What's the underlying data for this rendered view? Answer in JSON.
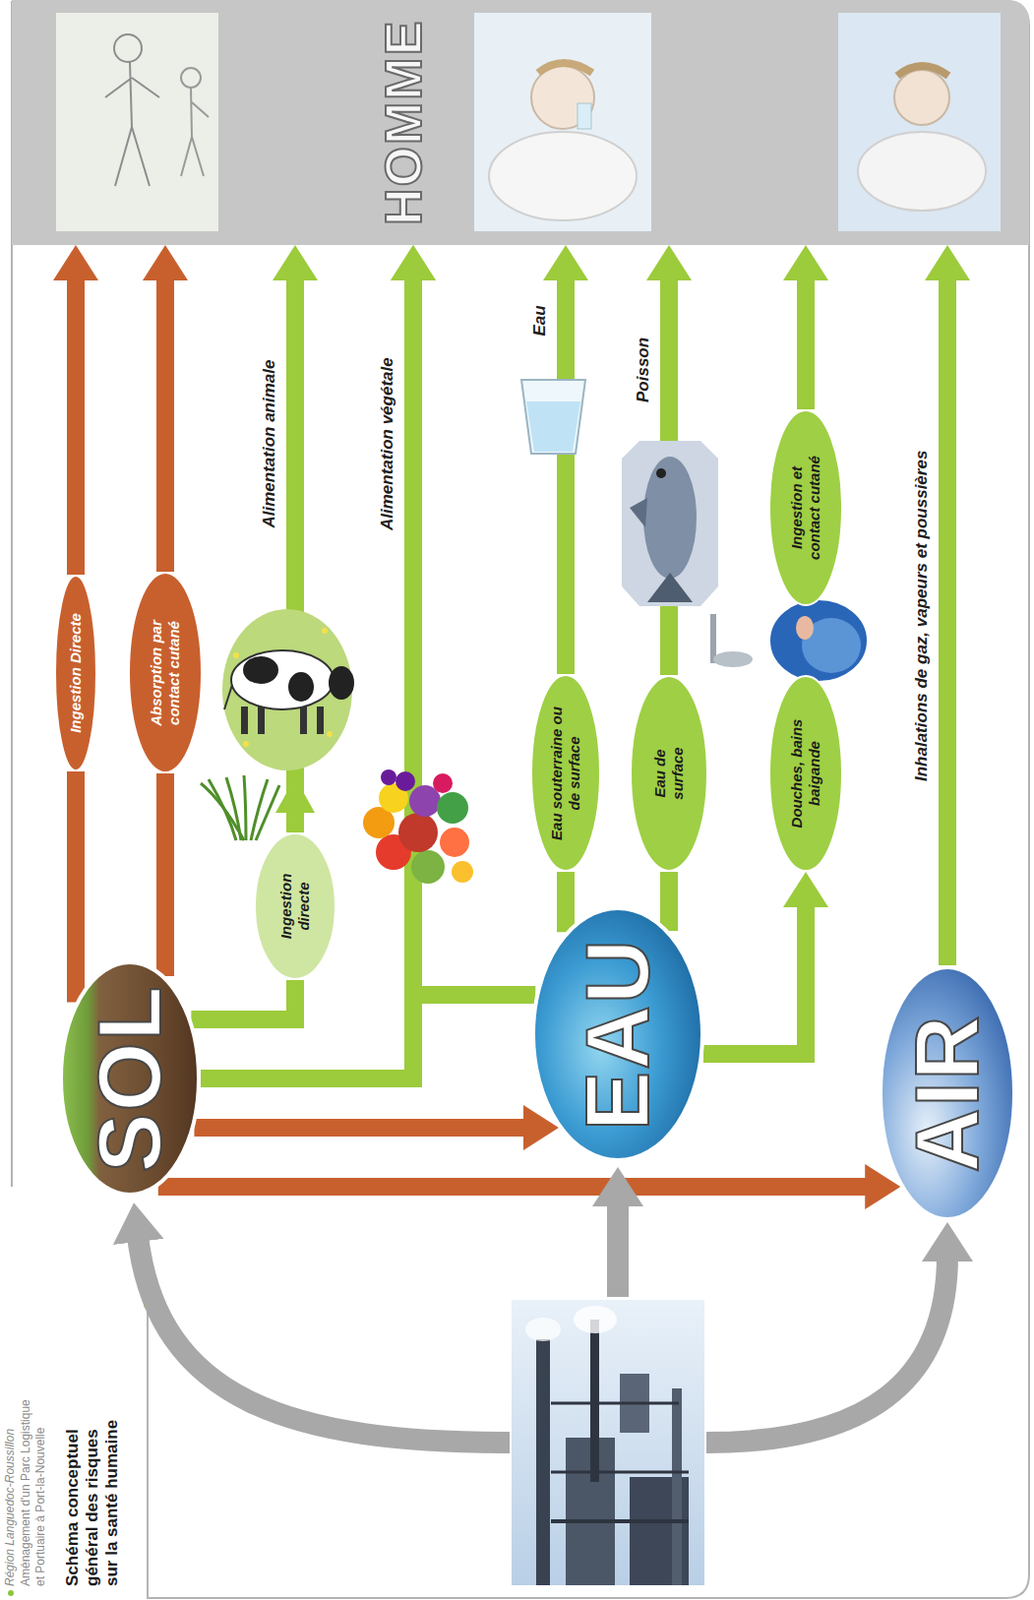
{
  "diagram": {
    "title": "Schéma conceptuel général des risques sur la santé humaine",
    "nodes": [
      {
        "text": [
          "SOL"
        ]
      },
      {
        "text": [
          "EAU"
        ]
      },
      {
        "text": [
          "AIR"
        ]
      },
      {
        "text": [
          "HOMME"
        ]
      },
      {
        "text": [
          "Ingestion Directe"
        ]
      },
      {
        "text": [
          "Absorption par contact cutané"
        ]
      },
      {
        "text": [
          "Ingestion directe"
        ]
      },
      {
        "text": [
          "Eau souterraine ou de surface"
        ]
      },
      {
        "text": [
          "Eau de surface"
        ]
      },
      {
        "text": [
          "Douches, bains baigande"
        ]
      },
      {
        "text": [
          "Ingestion et contact cutané"
        ]
      }
    ],
    "edges": [
      {
        "from": 0,
        "to": 1,
        "arrow": "to"
      },
      {
        "from": 0,
        "to": 2,
        "arrow": "to"
      },
      {
        "from": 0,
        "to": 4,
        "arrow": "none"
      },
      {
        "from": 4,
        "to": 3,
        "arrow": "to"
      },
      {
        "from": 0,
        "to": 5,
        "arrow": "none"
      },
      {
        "from": 5,
        "to": 3,
        "arrow": "to"
      },
      {
        "from": 0,
        "to": 6,
        "arrow": "none"
      },
      {
        "from": 6,
        "to": 3,
        "arrow": "to",
        "label": "Alimentation animale"
      },
      {
        "from": 0,
        "to": 3,
        "arrow": "to",
        "label": "Alimentation végétale"
      },
      {
        "from": 1,
        "to": 3,
        "arrow": "to"
      },
      {
        "from": 1,
        "to": 7,
        "arrow": "none"
      },
      {
        "from": 7,
        "to": 3,
        "arrow": "to",
        "label": "Eau"
      },
      {
        "from": 1,
        "to": 8,
        "arrow": "none"
      },
      {
        "from": 8,
        "to": 3,
        "arrow": "to",
        "label": "Poisson"
      },
      {
        "from": 1,
        "to": 9,
        "arrow": "to"
      },
      {
        "from": 9,
        "to": 10,
        "arrow": "none"
      },
      {
        "from": 10,
        "to": 3,
        "arrow": "to"
      },
      {
        "from": 2,
        "to": 3,
        "arrow": "to",
        "label": "Inhalations de gaz, vapeurs et poussières"
      }
    ],
    "labels": [
      "Région Languedoc-Roussillon",
      "Aménagement d'un Parc Logistique et Portuaire à Port-la-Nouvelle"
    ]
  }
}
